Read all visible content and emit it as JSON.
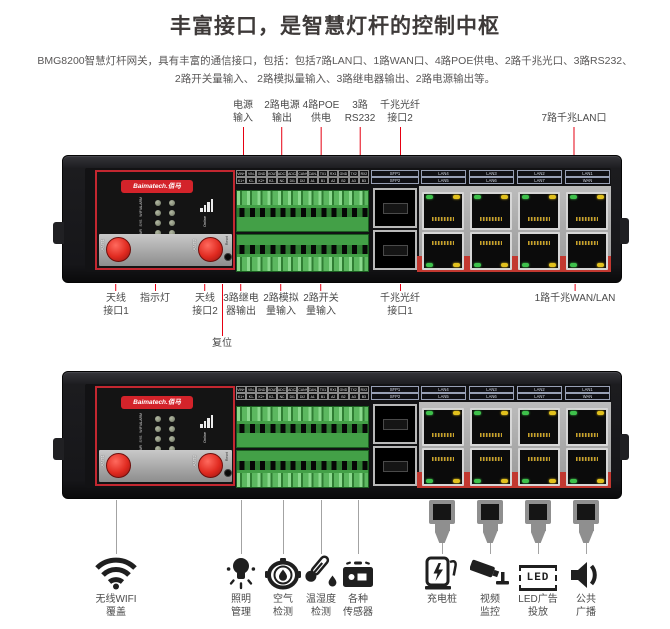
{
  "header": {
    "title": "丰富接口，是智慧灯杆的控制中枢",
    "description": "BMG8200智慧灯杆网关，具有丰富的通信接口，包括：包括7路LAN口、1路WAN口、4路POE供电、2路千兆光口、3路RS232、2路开关量输入、 2路模拟量输入、3路继电器输出、2路电源输出等。"
  },
  "colors": {
    "callout_red": "#e60012",
    "device_red_panel": "#c32730",
    "terminal_green": "#43a047",
    "led_green": "#3ec14b",
    "led_yellow": "#e2c11d",
    "line_gray": "#a3a3a3"
  },
  "device": {
    "logo": "Baimatech.佰马",
    "led_labels": [
      "ALARM",
      "WIFI",
      "SYS",
      "PWR"
    ],
    "online_label": "Online",
    "ant1": "ANT1",
    "ant2": "ANT2",
    "reset": "Reset",
    "terminal_row1": [
      "VIN+",
      "VIN-",
      "GND",
      "VOUT",
      "ADC1",
      "ADC2",
      "CAN+",
      "CAN-",
      "TX1",
      "RX1",
      "GND",
      "TX2",
      "RX2"
    ],
    "terminal_row2": [
      "K1+",
      "K1-",
      "K2+",
      "K2-",
      "NC",
      "DI1",
      "DI2",
      "A1",
      "B1",
      "A2",
      "B2",
      "A3",
      "B3"
    ],
    "port_groups": [
      {
        "top": "SFP1",
        "bottom": "SFP2"
      },
      {
        "top": "LAN4",
        "bottom": "LAN5"
      },
      {
        "top": "LAN3",
        "bottom": "LAN6"
      },
      {
        "top": "LAN2",
        "bottom": "LAN7"
      },
      {
        "top": "LAN1",
        "bottom": "WAN"
      }
    ]
  },
  "callouts_top": [
    {
      "label": "电源\n输入"
    },
    {
      "label": "2路电源\n输出"
    },
    {
      "label": "4路POE\n供电"
    },
    {
      "label": "3路\nRS232"
    },
    {
      "label": "千兆光纤\n接口2"
    },
    {
      "label": "7路千兆LAN口"
    }
  ],
  "callouts_bottom": [
    {
      "label": "天线\n接口1"
    },
    {
      "label": "指示灯"
    },
    {
      "label": "天线\n接口2"
    },
    {
      "label": "3路继电\n器输出"
    },
    {
      "label": "2路模拟\n量输入"
    },
    {
      "label": "2路开关\n量输入"
    },
    {
      "label": "千兆光纤\n接口1"
    },
    {
      "label": "1路千兆WAN/LAN"
    },
    {
      "label": "复位"
    }
  ],
  "icons_row": [
    {
      "icon": "wifi",
      "label": "无线WIFI\n覆盖"
    },
    {
      "icon": "lighting",
      "label": "照明\n管理"
    },
    {
      "icon": "air-quality",
      "label": "空气\n检测"
    },
    {
      "icon": "temperature-humidity",
      "label": "温湿度\n检测"
    },
    {
      "icon": "sensors",
      "label": "各种\n传感器"
    },
    {
      "icon": "ev-charger",
      "label": "充电桩"
    },
    {
      "icon": "cctv-camera",
      "label": "视频\n监控"
    },
    {
      "icon": "led-screen",
      "label": "LED广告\n投放"
    },
    {
      "icon": "speaker",
      "label": "公共\n广播"
    }
  ],
  "led_icon_text": "LED"
}
